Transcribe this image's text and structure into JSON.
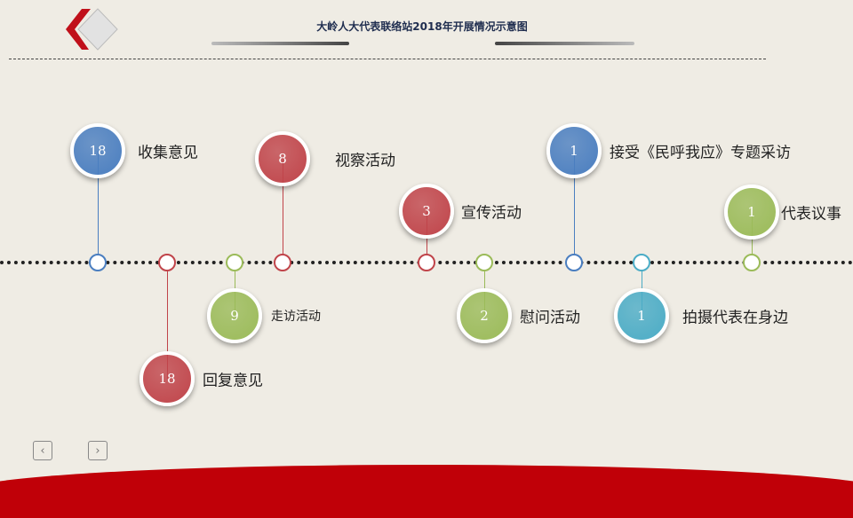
{
  "title": "大岭人大代表联络站2018年开展情况示意图",
  "colors": {
    "blue": "#4a7ec0",
    "red": "#c0444a",
    "green": "#9bbb59",
    "cyan": "#4bacc6"
  },
  "nodes": [
    {
      "value": "18",
      "label": "收集意见",
      "color": "blue"
    },
    {
      "value": "18",
      "label": "回复意见",
      "color": "red"
    },
    {
      "value": "9",
      "label": "走访活动",
      "color": "green"
    },
    {
      "value": "8",
      "label": "视察活动",
      "color": "red"
    },
    {
      "value": "3",
      "label": "宣传活动",
      "color": "red"
    },
    {
      "value": "2",
      "label": "慰问活动",
      "color": "green"
    },
    {
      "value": "1",
      "label": "接受《民呼我应》专题采访",
      "color": "blue"
    },
    {
      "value": "1",
      "label": "拍摄代表在身边",
      "color": "cyan"
    },
    {
      "value": "1",
      "label": "代表议事",
      "color": "green"
    }
  ],
  "nav": {
    "prev": "‹",
    "next": "›"
  }
}
